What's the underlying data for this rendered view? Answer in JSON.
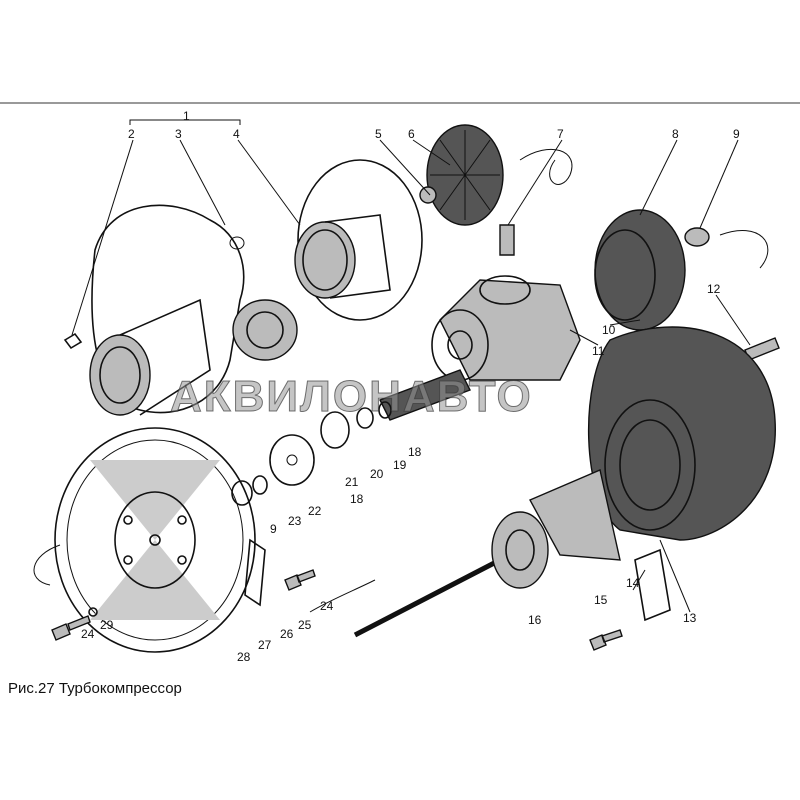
{
  "caption": "Рис.27 Турбокомпрессор",
  "watermark": "АКВИЛОНАВТО",
  "callouts": [
    {
      "id": "c1",
      "text": "1"
    },
    {
      "id": "c2",
      "text": "2"
    },
    {
      "id": "c3",
      "text": "3"
    },
    {
      "id": "c4",
      "text": "4"
    },
    {
      "id": "c5",
      "text": "5"
    },
    {
      "id": "c6",
      "text": "6"
    },
    {
      "id": "c7",
      "text": "7"
    },
    {
      "id": "c8",
      "text": "8"
    },
    {
      "id": "c9a",
      "text": "9"
    },
    {
      "id": "c12",
      "text": "12"
    },
    {
      "id": "c10",
      "text": "10"
    },
    {
      "id": "c11",
      "text": "11"
    },
    {
      "id": "c18a",
      "text": "18"
    },
    {
      "id": "c19",
      "text": "19"
    },
    {
      "id": "c20",
      "text": "20"
    },
    {
      "id": "c21",
      "text": "21"
    },
    {
      "id": "c18b",
      "text": "18"
    },
    {
      "id": "c22",
      "text": "22"
    },
    {
      "id": "c23",
      "text": "23"
    },
    {
      "id": "c9b",
      "text": "9"
    },
    {
      "id": "c24a",
      "text": "24"
    },
    {
      "id": "c25",
      "text": "25"
    },
    {
      "id": "c26",
      "text": "26"
    },
    {
      "id": "c27",
      "text": "27"
    },
    {
      "id": "c28",
      "text": "28"
    },
    {
      "id": "c24b",
      "text": "24"
    },
    {
      "id": "c29",
      "text": "29"
    },
    {
      "id": "c16",
      "text": "16"
    },
    {
      "id": "c15",
      "text": "15"
    },
    {
      "id": "c14",
      "text": "14"
    },
    {
      "id": "c13",
      "text": "13"
    }
  ]
}
